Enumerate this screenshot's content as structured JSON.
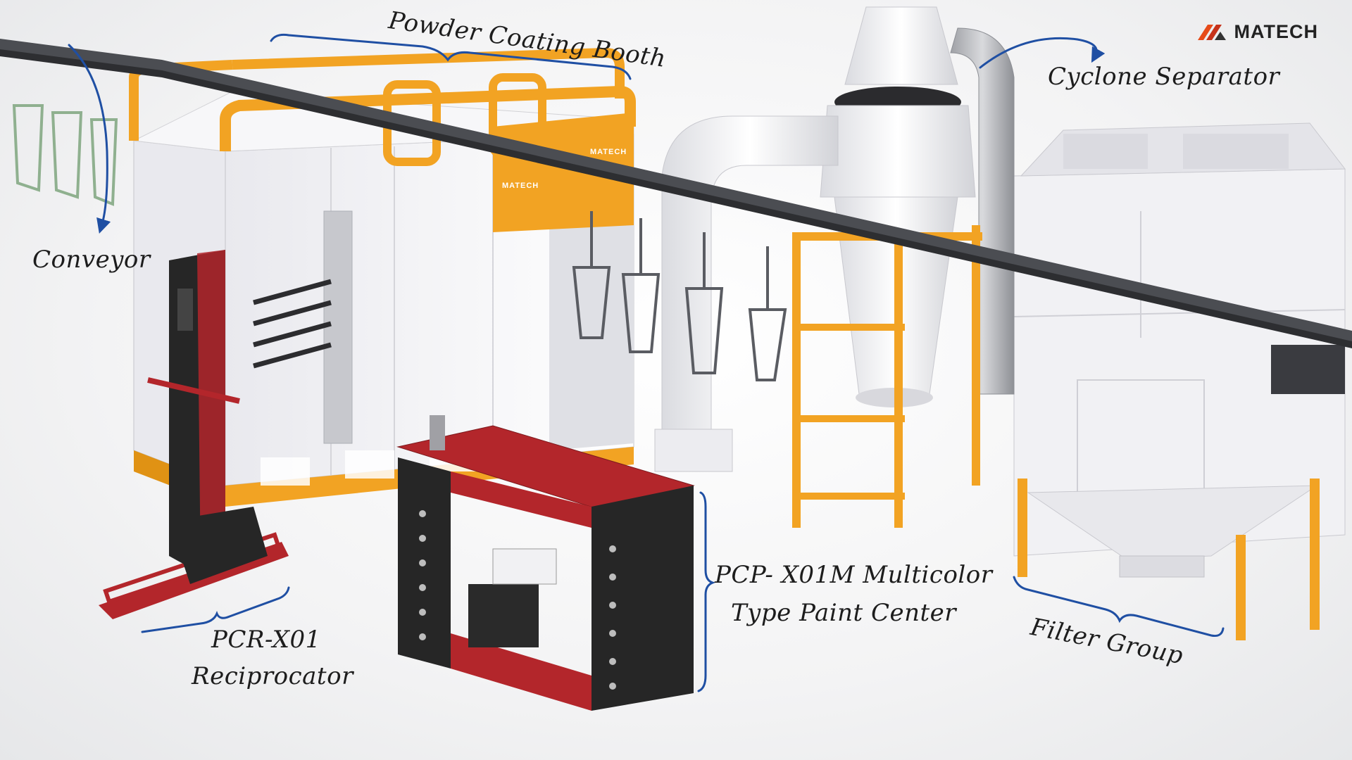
{
  "brand": {
    "name": "MATECH",
    "mark_icon": "matech-triangles-icon",
    "accent": "#e64a19"
  },
  "labels": {
    "booth": "Powder Coating Booth",
    "cyclone": "Cyclone Separator",
    "conveyor": "Conveyor",
    "reciprocator_line1": "PCR-X01",
    "reciprocator_line2": "Reciprocator",
    "paint_center_line1": "PCP- X01M Multicolor",
    "paint_center_line2": "Type Paint Center",
    "filter": "Filter Group"
  },
  "equipment_marks": {
    "booth_logo_1": "MATECH",
    "booth_logo_2": "MATECH"
  },
  "colors": {
    "frame_orange": "#f2a323",
    "machine_red": "#b3262b",
    "machine_black": "#262626",
    "annotation_blue": "#1f4fa3",
    "panel_white": "#f4f4f6",
    "rail_gray": "#4b4d52"
  }
}
